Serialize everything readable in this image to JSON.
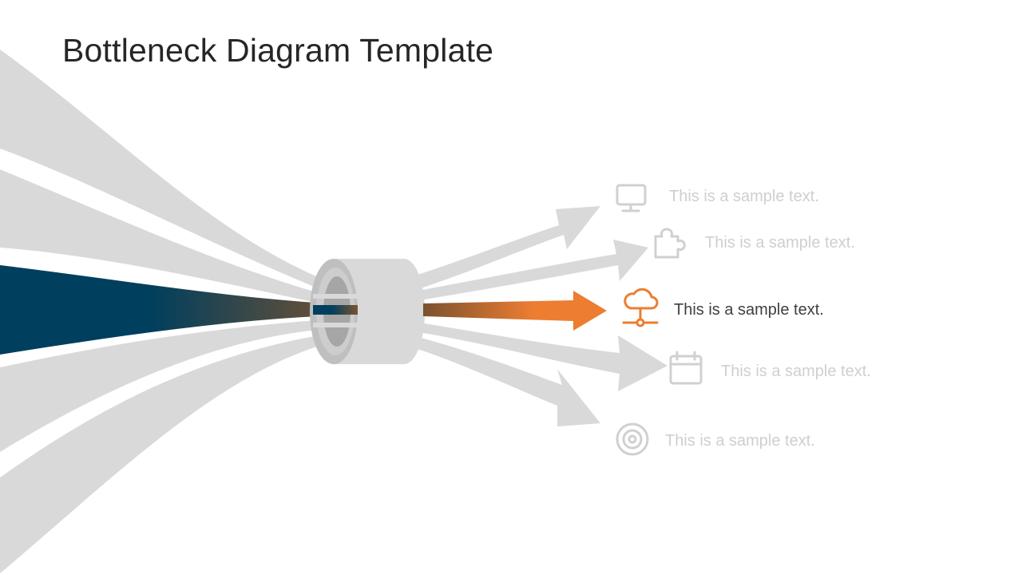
{
  "title": "Bottleneck Diagram Template",
  "colors": {
    "funnel_gray": "#d9d9d9",
    "highlight_blue": "#003f5e",
    "highlight_orange": "#ed7d31",
    "muted_text": "#cfcfcf",
    "active_text": "#404040",
    "title_text": "#262626"
  },
  "items": [
    {
      "text": "This is a sample text.",
      "icon": "monitor-icon",
      "active": false
    },
    {
      "text": "This is a sample text.",
      "icon": "puzzle-piece-icon",
      "active": false
    },
    {
      "text": "This is a sample text.",
      "icon": "cloud-network-icon",
      "active": true
    },
    {
      "text": "This is a sample text.",
      "icon": "calendar-icon",
      "active": false
    },
    {
      "text": "This is a sample text.",
      "icon": "target-icon",
      "active": false
    }
  ]
}
